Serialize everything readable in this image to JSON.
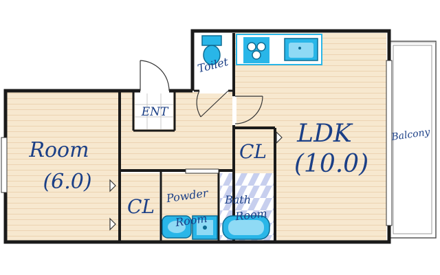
{
  "rooms": {
    "room": {
      "name": "Room",
      "size": "(6.0)"
    },
    "ldk": {
      "name": "LDK",
      "size": "(10.0)"
    },
    "toilet": {
      "name": "Toilet"
    },
    "entrance": {
      "name": "ENT"
    },
    "closet_center": {
      "name": "CL"
    },
    "closet_bottom": {
      "name": "CL"
    },
    "powder_room": {
      "line1": "Powder",
      "line2": "Room"
    },
    "bath_room": {
      "line1": "Bath",
      "line2": "Room"
    },
    "balcony": {
      "name": "Balcony"
    }
  },
  "colors": {
    "wall": "#1a1a1a",
    "floor_wood": "#f7e8cf",
    "floor_stripe": "#ecd3b1",
    "label": "#1b3f86",
    "fixture": "#29b6e8",
    "bath_tile": "#c7cfee"
  }
}
